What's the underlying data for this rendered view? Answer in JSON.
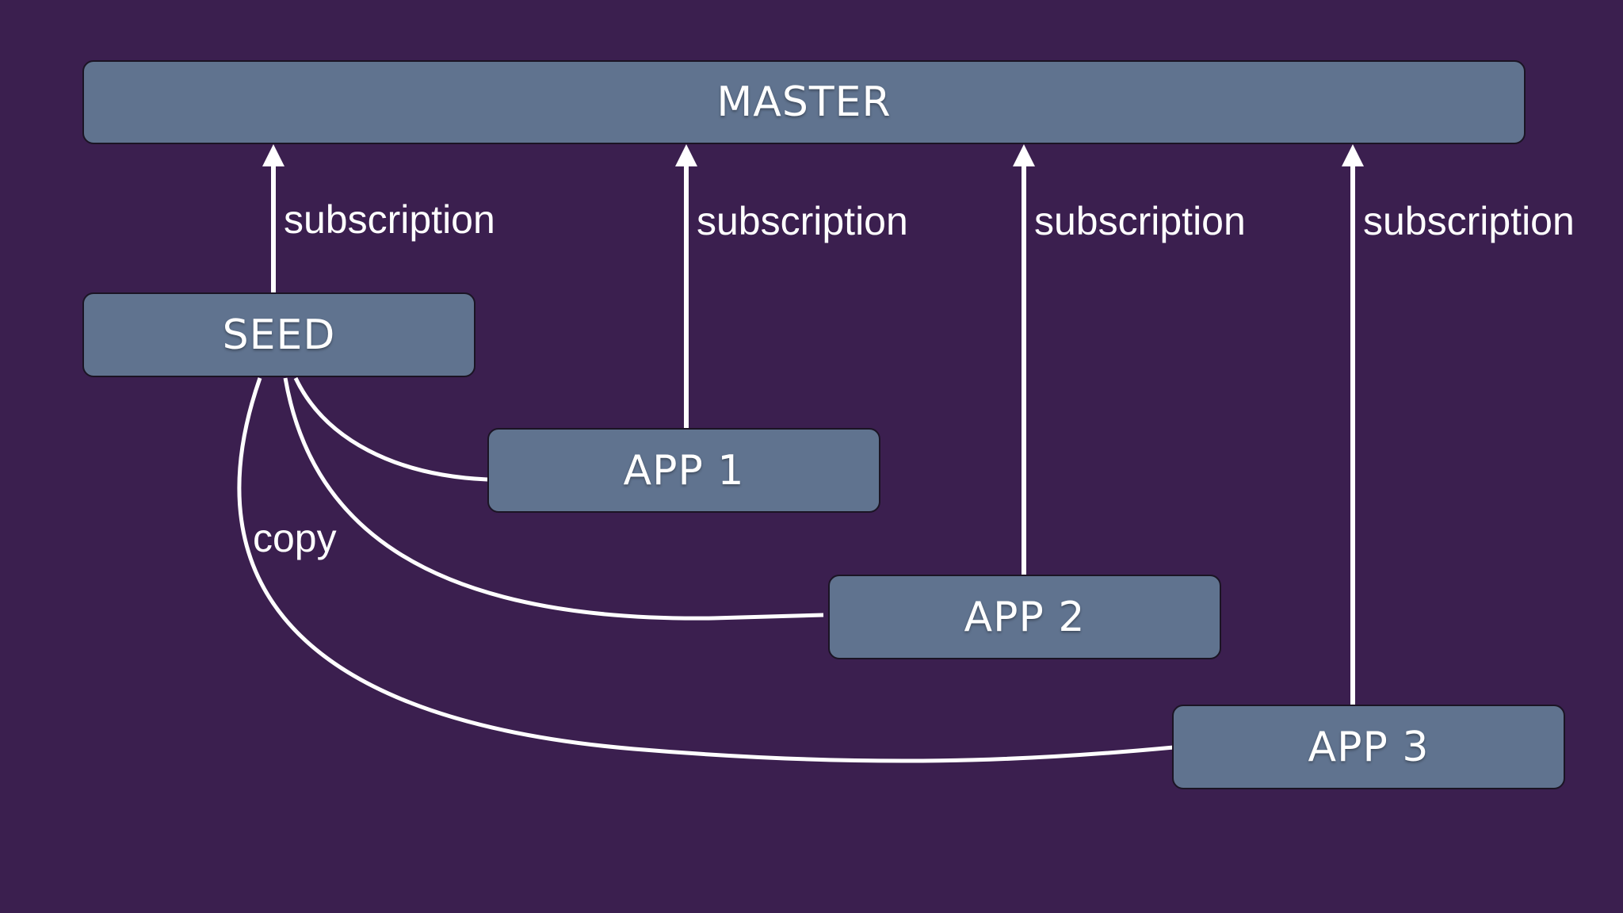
{
  "nodes": {
    "master": "MASTER",
    "seed": "SEED",
    "app1": "APP 1",
    "app2": "APP 2",
    "app3": "APP 3"
  },
  "edges": {
    "subscription_1": "subscription",
    "subscription_2": "subscription",
    "subscription_3": "subscription",
    "subscription_4": "subscription",
    "copy": "copy"
  },
  "colors": {
    "background": "#3b1f4f",
    "node_fill": "#60738f",
    "line": "#ffffff"
  }
}
